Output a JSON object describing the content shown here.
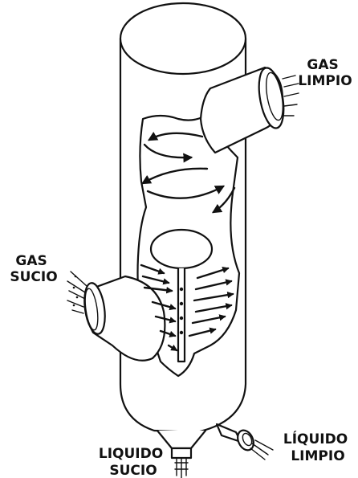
{
  "labels": {
    "gas_limpio": [
      "GAS",
      "LIMPIO"
    ],
    "gas_sucio": [
      "GAS",
      "SUCIO"
    ],
    "liquido_limpio": [
      "LÍQUIDO",
      "LIMPIO"
    ],
    "liquido_sucio": [
      "LIQUIDO",
      "SUCIO"
    ]
  },
  "colors": {
    "ink": "#111111",
    "background": "#ffffff"
  }
}
